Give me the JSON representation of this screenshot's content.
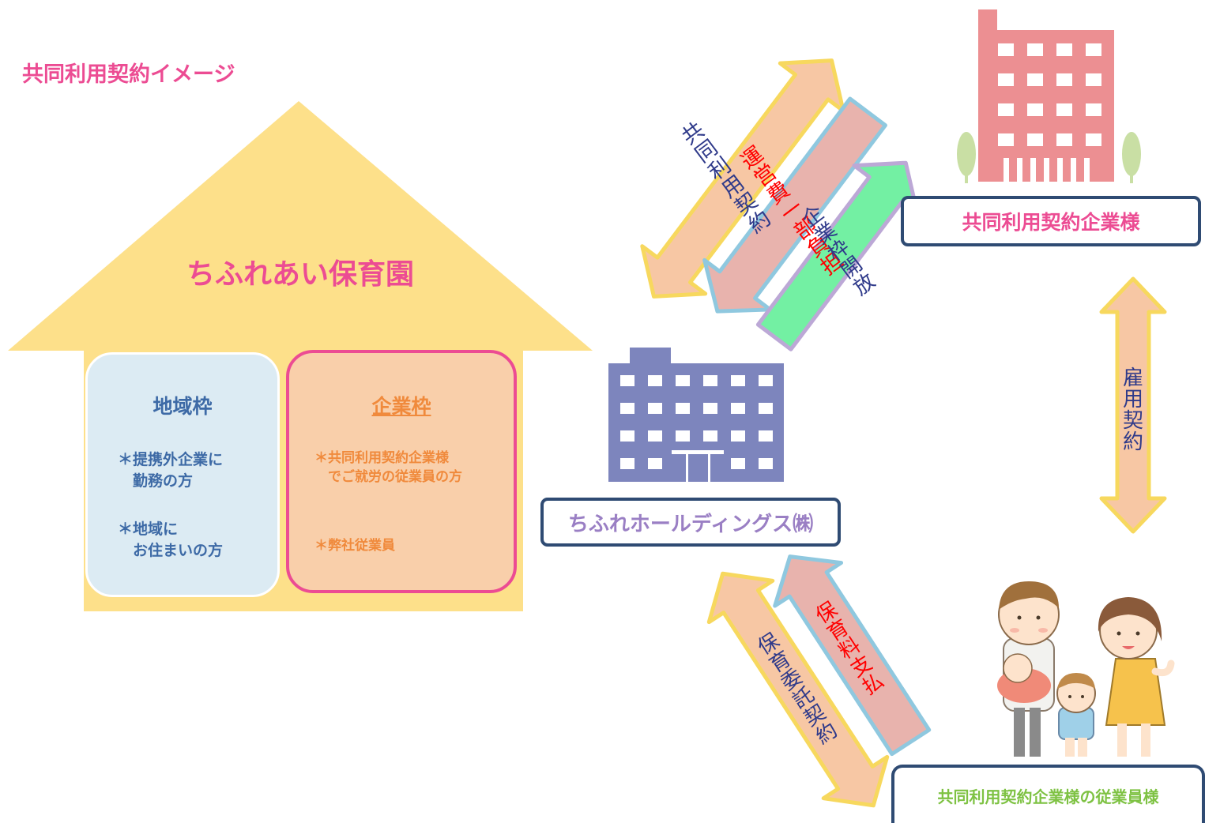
{
  "title": "共同利用契約イメージ",
  "house": {
    "title": "ちふれあい保育園",
    "local": {
      "heading": "地域枠",
      "items": [
        [
          "＊提携外企業に",
          "　勤務の方"
        ],
        [
          "＊地域に",
          "　お住まいの方"
        ]
      ]
    },
    "corporate": {
      "heading": "企業枠",
      "items": [
        [
          "＊共同利用契約企業様",
          "　でご就労の従業員の方"
        ],
        [
          "＊弊社従業員"
        ]
      ]
    }
  },
  "entities": {
    "holdings": "ちふれホールディングス㈱",
    "partner": "共同利用契約企業様",
    "employee": "共同利用契約企業様の従業員様"
  },
  "arrows": {
    "joint_contract": "共同利用契約",
    "cost_share": "運営費一部負担",
    "open_slots": "企業枠開放",
    "employment": "雇用契約",
    "childcare_contract": "保育委託契約",
    "fee_payment": "保育料支払"
  },
  "colors": {
    "pink": "#ec4c93",
    "house": "#fde08a",
    "navy": "#2f4b73",
    "purple": "#9a7fc4",
    "green": "#7ec243",
    "building_blue": "#7d85bd",
    "building_pink": "#ec8f92",
    "arrow_peach": "#f7c7a4",
    "arrow_yellow_edge": "#f7d85e",
    "arrow_rose": "#e8b3ad",
    "arrow_blue_edge": "#8fc8df",
    "arrow_mint": "#73f0a3",
    "arrow_lilac_edge": "#bca8d6"
  },
  "icons": [
    "holdings-building-icon",
    "partner-building-icon",
    "family-icon"
  ]
}
